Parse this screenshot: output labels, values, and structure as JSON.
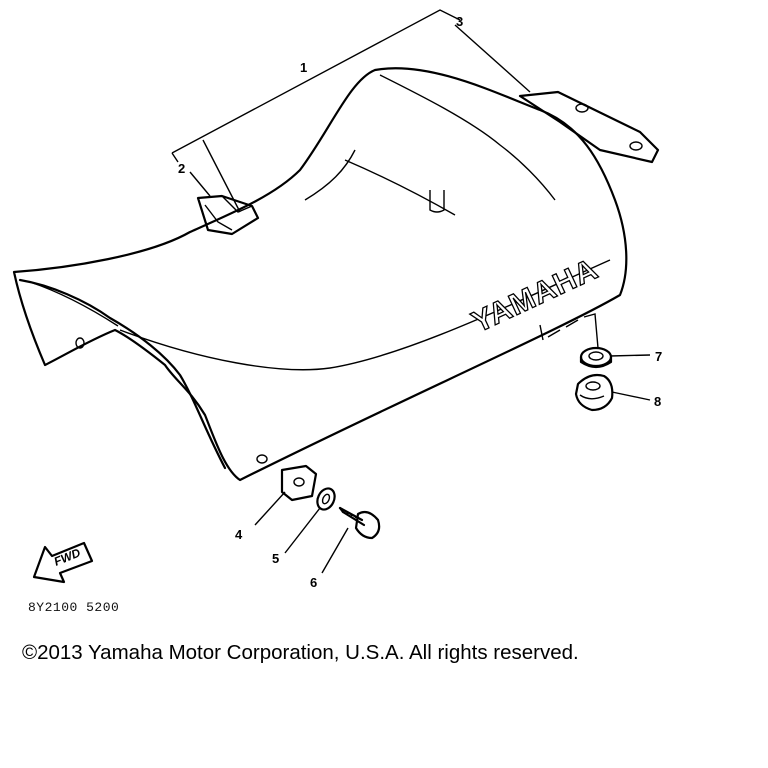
{
  "diagram": {
    "callouts": [
      "1",
      "2",
      "3",
      "4",
      "5",
      "6",
      "7",
      "8"
    ],
    "seat_brand": "YAMAHA",
    "direction_arrow": "FWD",
    "drawing_code": "8Y2100 5200"
  },
  "footer": {
    "copyright": "©2013 Yamaha Motor Corporation, U.S.A. All rights reserved."
  }
}
